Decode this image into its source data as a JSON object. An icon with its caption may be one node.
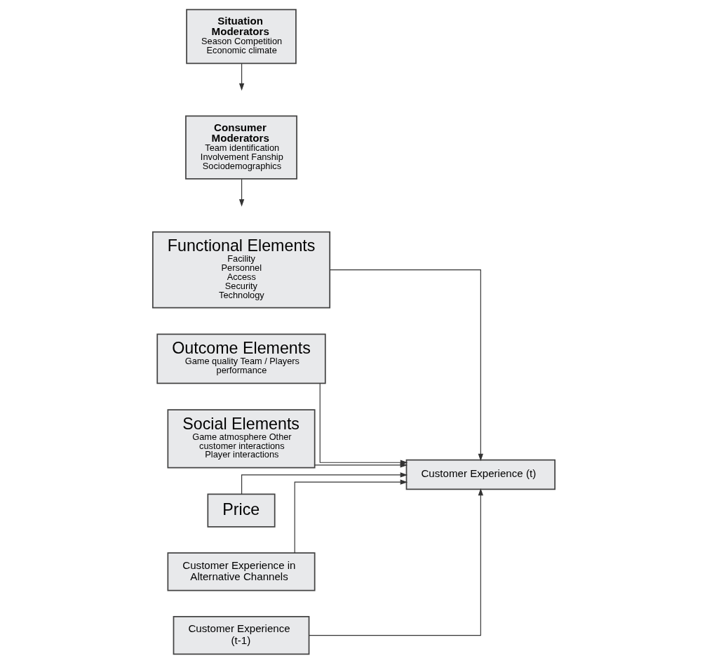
{
  "diagram": {
    "nodes": [
      {
        "text": [
          "Functional Elements",
          "Facility Personnel Access Security Technology"
        ]
      },
      {
        "text": [
          "Outcome Elements",
          "Game quality Team / Players performance"
        ]
      },
      {
        "text": [
          "Social Elements",
          "Game atmosphere Other customer interactions Player interactions"
        ]
      },
      {
        "text": [
          "Price"
        ]
      },
      {
        "text": [
          "Customer Experience in Alternative Channels"
        ]
      },
      {
        "text": [
          "Customer Experience (t-1)"
        ]
      },
      {
        "text": [
          "Situation Moderators",
          "Season Competition Economic climate"
        ]
      },
      {
        "text": [
          "Consumer Moderators",
          "Team identification Involvement Fanship Sociodemographics"
        ]
      },
      {
        "text": [
          "Customer Experience (t)"
        ]
      }
    ],
    "edges": [
      {
        "from": 0,
        "to": 8,
        "arrow": "to"
      },
      {
        "from": 1,
        "to": 8,
        "arrow": "to"
      },
      {
        "from": 2,
        "to": 8,
        "arrow": "to"
      },
      {
        "from": 3,
        "to": 8,
        "arrow": "to"
      },
      {
        "from": 4,
        "to": 8,
        "arrow": "to"
      },
      {
        "from": 6,
        "to": null,
        "arrow": "to"
      },
      {
        "from": 7,
        "to": null,
        "arrow": "to"
      },
      {
        "from": 5,
        "to": 8,
        "arrow": "to"
      }
    ]
  }
}
